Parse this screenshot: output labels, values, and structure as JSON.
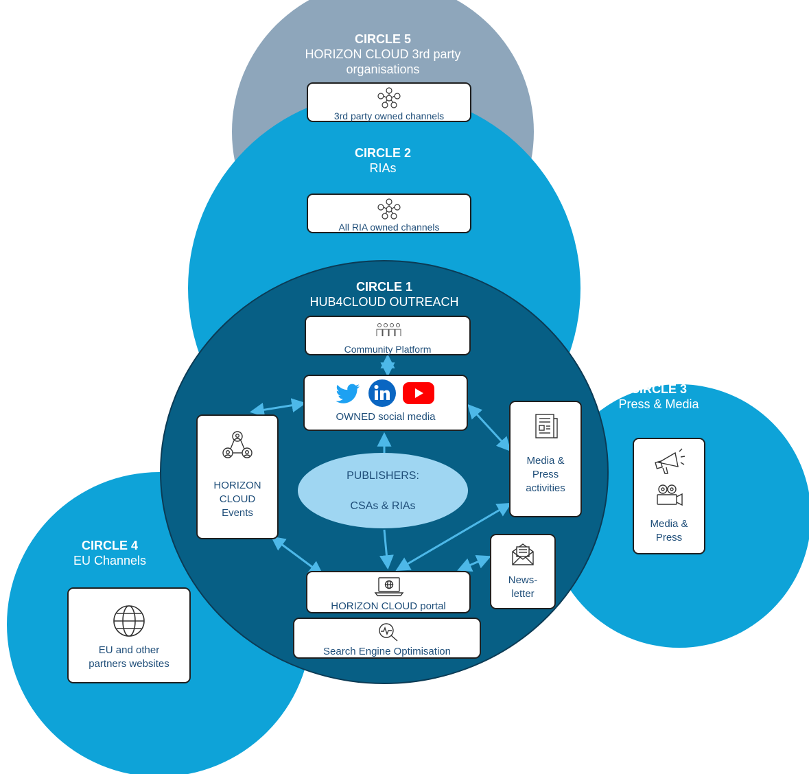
{
  "circles": {
    "c5": {
      "title": "CIRCLE 5",
      "line1": "HORIZON CLOUD 3rd party",
      "line2": "organisations",
      "color": "#8ea6bb"
    },
    "c2": {
      "title": "CIRCLE 2",
      "line1": "RIAs",
      "color": "#0ea3d8"
    },
    "c1": {
      "title": "CIRCLE 1",
      "line1": "HUB4CLOUD OUTREACH",
      "color": "#075f85"
    },
    "c3": {
      "title": "CIRCLE 3",
      "line1": "Press & Media",
      "color": "#0ea3d8"
    },
    "c4": {
      "title": "CIRCLE 4",
      "line1": "EU Channels",
      "color": "#0ea3d8"
    }
  },
  "boxes": {
    "third_party": {
      "label": "3rd party owned channels",
      "icon": "network-icon"
    },
    "ria_channels": {
      "label": "All RIA owned channels",
      "icon": "network-icon"
    },
    "community": {
      "label": "Community Platform",
      "icon": "people-icon"
    },
    "social": {
      "label": "OWNED social media",
      "icons": [
        "twitter-icon",
        "linkedin-icon",
        "youtube-icon"
      ]
    },
    "events": {
      "lines": [
        "HORIZON",
        "CLOUD",
        "Events"
      ],
      "icon": "group-icon"
    },
    "media_press_activities": {
      "lines": [
        "Media &",
        "Press",
        "activities"
      ],
      "icon": "newspaper-icon"
    },
    "portal": {
      "label": "HORIZON CLOUD portal",
      "icon": "laptop-globe-icon"
    },
    "newsletter": {
      "lines": [
        "News-",
        "letter"
      ],
      "icon": "envelope-icon"
    },
    "seo": {
      "label": "Search Engine Optimisation",
      "icon": "search-chart-icon"
    },
    "media_press": {
      "lines": [
        "Media &",
        "Press"
      ],
      "icons": [
        "megaphone-icon",
        "camera-icon"
      ]
    },
    "eu_websites": {
      "lines": [
        "EU and other",
        "partners websites"
      ],
      "icon": "globe-icon"
    }
  },
  "publishers": {
    "line1": "PUBLISHERS:",
    "line2": "CSAs & RIAs",
    "color": "#9fd6f2"
  },
  "colors": {
    "arrow": "#4db8e8",
    "box_text": "#1f4e79",
    "border": "#1f1f1f",
    "twitter": "#1da1f2",
    "linkedin": "#0a66c2",
    "youtube": "#ff0000"
  }
}
